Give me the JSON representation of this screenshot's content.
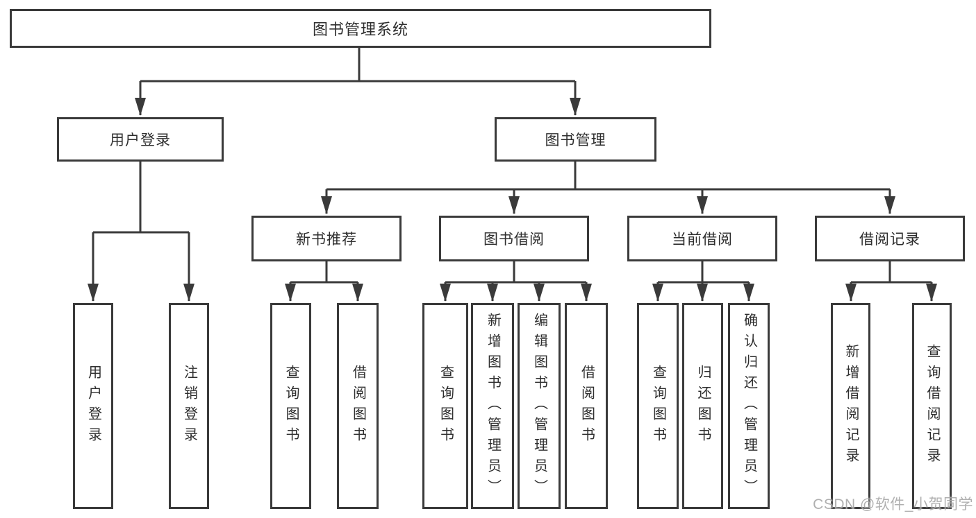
{
  "diagram": {
    "root": {
      "label": "图书管理系统"
    },
    "branches": [
      {
        "label": "用户登录",
        "children": [
          {
            "label": "用户登录"
          },
          {
            "label": "注销登录"
          }
        ]
      },
      {
        "label": "图书管理",
        "groups": [
          {
            "label": "新书推荐",
            "children": [
              {
                "label": "查询图书"
              },
              {
                "label": "借阅图书"
              }
            ]
          },
          {
            "label": "图书借阅",
            "children": [
              {
                "label": "查询图书"
              },
              {
                "label": "新增图书（管理员）"
              },
              {
                "label": "编辑图书（管理员）"
              },
              {
                "label": "借阅图书"
              }
            ]
          },
          {
            "label": "当前借阅",
            "children": [
              {
                "label": "查询图书"
              },
              {
                "label": "归还图书"
              },
              {
                "label": "确认归还（管理员）"
              }
            ]
          },
          {
            "label": "借阅记录",
            "children": [
              {
                "label": "新增借阅记录"
              },
              {
                "label": "查询借阅记录"
              }
            ]
          }
        ]
      }
    ]
  },
  "watermark": {
    "text": "CSDN @软件_小贺同学"
  },
  "colors": {
    "line": "#3a3a3a",
    "text": "#2e2e2e",
    "watermark": "#aaaaaa",
    "background": "#ffffff"
  }
}
